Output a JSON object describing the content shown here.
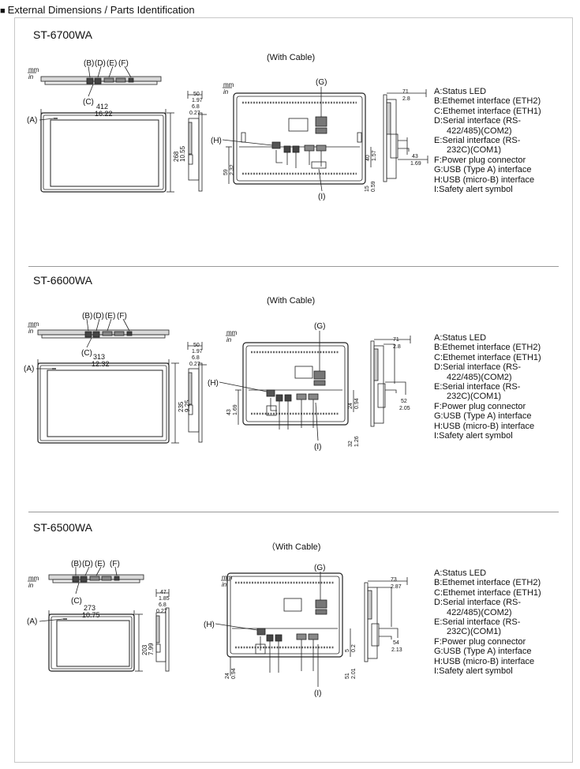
{
  "header": {
    "marker": "■",
    "title": "External Dimensions / Parts Identification"
  },
  "units": {
    "mm": "mm",
    "in": "in"
  },
  "callouts": {
    "A": "(A)",
    "B": "(B)",
    "C": "(C)",
    "D": "(D)",
    "E": "(E)",
    "F": "(F)",
    "G": "(G)",
    "H": "(H)",
    "I": "(I)"
  },
  "legend": [
    "A:Status LED",
    "B:Ethemet interface (ETH2)",
    "C:Ethemet interface (ETH1)",
    "D:Serial interface (RS-",
    "422/485)(COM2)",
    "E:Serial interface (RS-",
    "232C)(COM1)",
    "F:Power plug connector",
    "G:USB (Type A) interface",
    "H:USB (micro-B) interface",
    "I:Safety alert symbol"
  ],
  "sections": [
    {
      "model": "ST-6700WA",
      "with_cable": "(With Cable)",
      "dims": {
        "width_mm": "412",
        "width_in": "16.22",
        "height_mm": "268",
        "height_in": "10.55",
        "depth_mm": "50",
        "depth_in": "1.97",
        "bezel_mm": "6.8",
        "bezel_in": "0.27",
        "cable_depth_mm": "71",
        "cable_depth_in": "2.8",
        "cable_low_mm": "43",
        "cable_low_in": "1.69",
        "rear_a_mm": "59",
        "rear_a_in": "2.32",
        "rear_b_mm": "40",
        "rear_b_in": "1.57",
        "rear_c_mm": "15",
        "rear_c_in": "0.59"
      }
    },
    {
      "model": "ST-6600WA",
      "with_cable": "(With Cable)",
      "dims": {
        "width_mm": "313",
        "width_in": "12.32",
        "height_mm": "235",
        "height_in": "9.25",
        "depth_mm": "50",
        "depth_in": "1.97",
        "bezel_mm": "6.8",
        "bezel_in": "0.27",
        "cable_depth_mm": "71",
        "cable_depth_in": "2.8",
        "cable_low_mm": "52",
        "cable_low_in": "2.05",
        "rear_a_mm": "43",
        "rear_a_in": "1.69",
        "rear_b_mm": "24",
        "rear_b_in": "0.94",
        "rear_c_mm": "32",
        "rear_c_in": "1.26"
      }
    },
    {
      "model": "ST-6500WA",
      "with_cable": "（With Cable)",
      "dims": {
        "width_mm": "273",
        "width_in": "10.75",
        "height_mm": "203",
        "height_in": "7.99",
        "depth_mm": "47",
        "depth_in": "1.85",
        "bezel_mm": "6.8",
        "bezel_in": "0.27",
        "cable_depth_mm": "73",
        "cable_depth_in": "2.87",
        "cable_low_mm": "54",
        "cable_low_in": "2.13",
        "rear_a_mm": "24",
        "rear_a_in": "0.94",
        "rear_b_mm": "5",
        "rear_b_in": "0.2",
        "rear_c_mm": "51",
        "rear_c_in": "2.01"
      }
    }
  ]
}
